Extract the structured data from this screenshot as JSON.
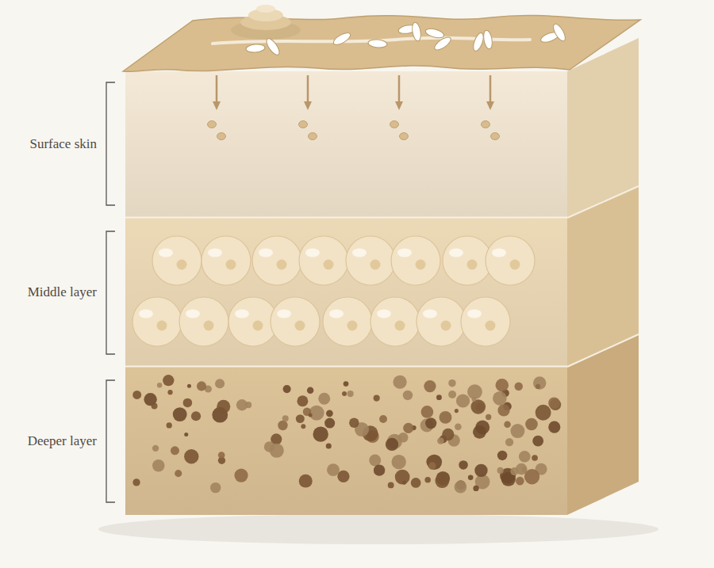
{
  "diagram": {
    "labels": [
      "Surface skin",
      "Middle layer",
      "Deeper layer"
    ]
  }
}
